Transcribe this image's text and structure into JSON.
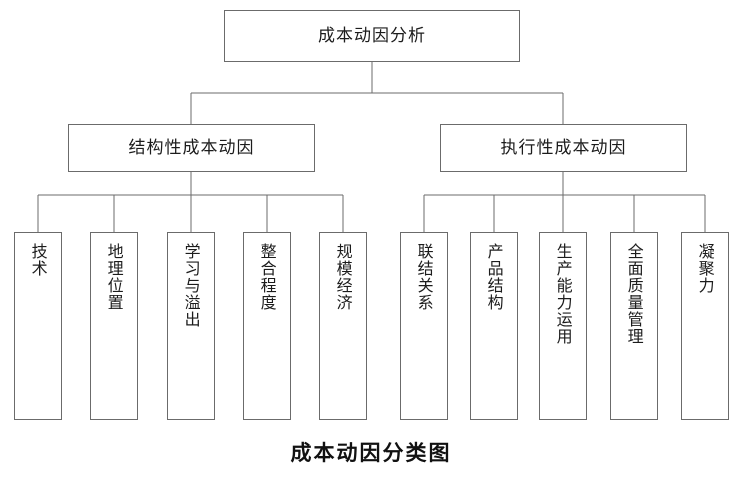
{
  "diagram": {
    "caption": "成本动因分类图",
    "root": {
      "label": "成本动因分析"
    },
    "branches": [
      {
        "label": "结构性成本动因",
        "leaves": [
          {
            "label": "技术"
          },
          {
            "label": "地理位置"
          },
          {
            "label": "学习与溢出"
          },
          {
            "label": "整合程度"
          },
          {
            "label": "规模经济"
          }
        ]
      },
      {
        "label": "执行性成本动因",
        "leaves": [
          {
            "label": "联结关系"
          },
          {
            "label": "产品结构"
          },
          {
            "label": "生产能力运用"
          },
          {
            "label": "全面质量管理"
          },
          {
            "label": "凝聚力"
          }
        ]
      }
    ],
    "colors": {
      "border": "#6b6b6b",
      "text": "#1c1c1c",
      "background": "#ffffff"
    }
  }
}
